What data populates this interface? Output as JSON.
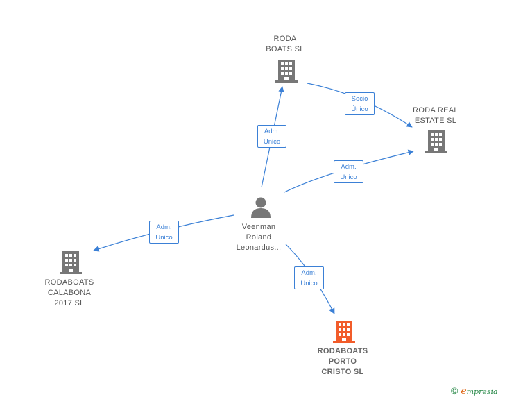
{
  "colors": {
    "edge": "#3b80d6",
    "building": "#777777",
    "building_highlight": "#f25c2a",
    "person": "#777777"
  },
  "nodes": {
    "roda_boats": {
      "label": "RODA\nBOATS  SL",
      "icon": "building-icon"
    },
    "roda_real_estate": {
      "label": "RODA REAL\nESTATE  SL",
      "icon": "building-icon"
    },
    "person": {
      "label": "Veenman\nRoland\nLeonardus...",
      "icon": "person-icon"
    },
    "rodaboats_calabona": {
      "label": "RODABOATS\nCALABONA\n2017  SL",
      "icon": "building-icon"
    },
    "rodaboats_porto_cristo": {
      "label": "RODABOATS\nPORTO\nCRISTO  SL",
      "icon": "building-icon",
      "highlighted": true
    }
  },
  "edges": {
    "person_to_roda_boats": {
      "label": "Adm.\nUnico"
    },
    "roda_boats_to_real_estate": {
      "label": "Socio\nÚnico"
    },
    "person_to_real_estate": {
      "label": "Adm.\nUnico"
    },
    "person_to_calabona": {
      "label": "Adm.\nUnico"
    },
    "person_to_porto_cristo": {
      "label": "Adm.\nUnico"
    }
  },
  "footer": {
    "copyright_symbol": "©",
    "brand_initial": "e",
    "brand_rest": "mpresia"
  }
}
